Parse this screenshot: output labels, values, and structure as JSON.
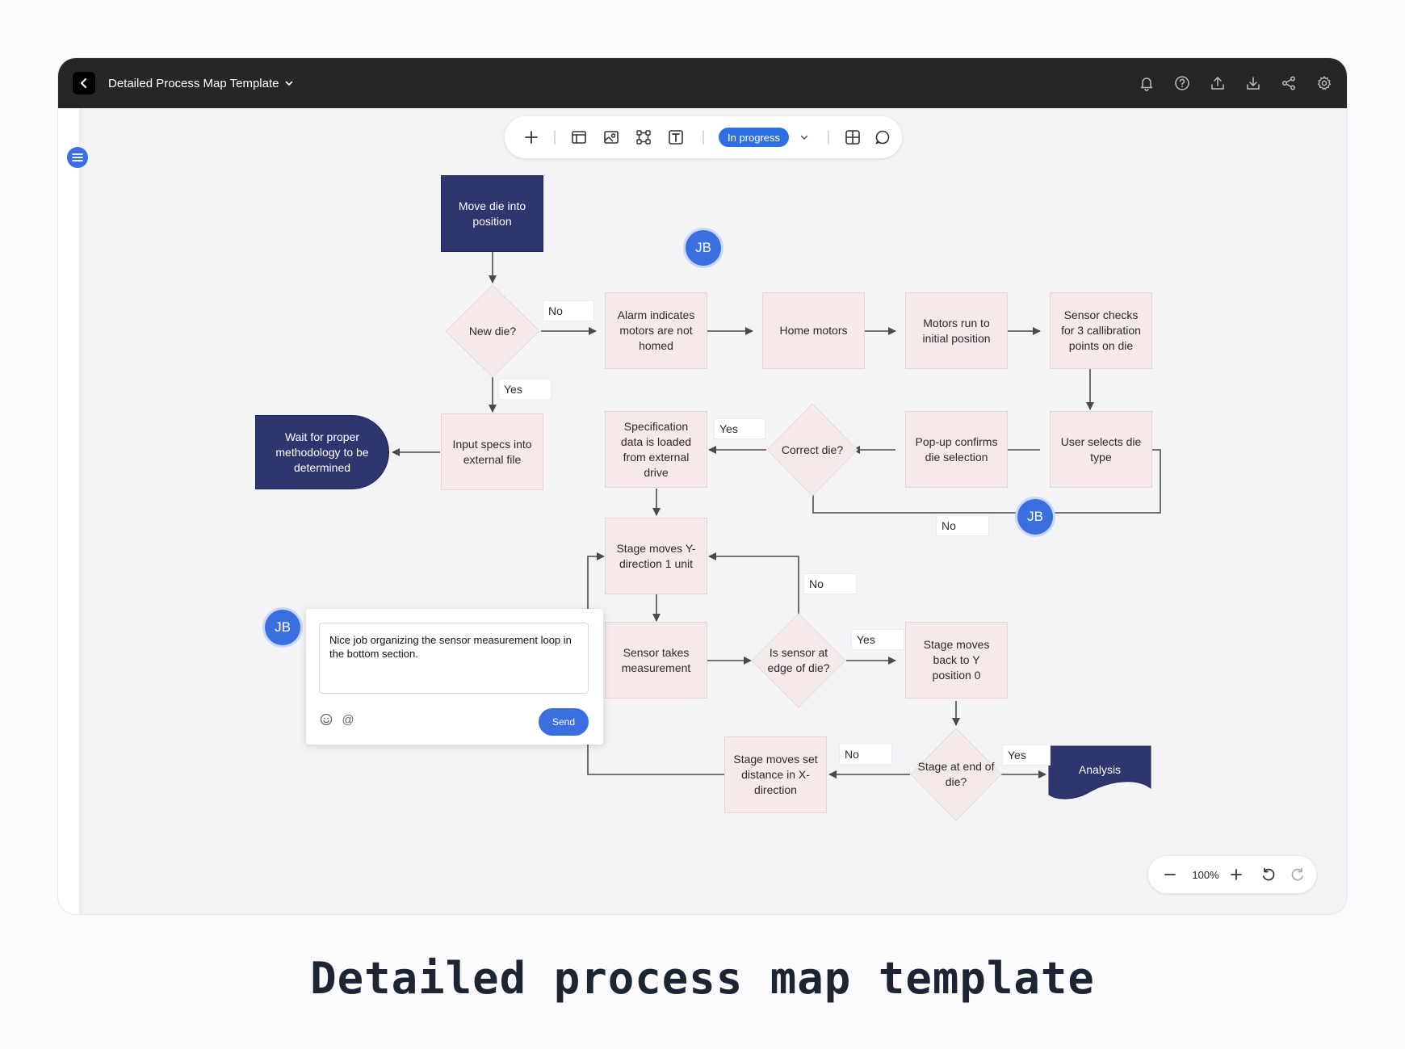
{
  "app": {
    "title": "Detailed Process Map Template"
  },
  "toolbar": {
    "status": "In progress"
  },
  "flow": {
    "nodes": {
      "move_die": "Move die into position",
      "new_die": "New die?",
      "alarm": "Alarm indicates motors are not homed",
      "home_motors": "Home motors",
      "motors_run": "Motors run to initial position",
      "sensor_checks": "Sensor checks for 3 callibration points on die",
      "user_selects": "User selects die type",
      "popup_confirms": "Pop-up confirms die selection",
      "correct_die": "Correct die?",
      "spec_data": "Specification data is loaded from external drive",
      "input_specs": "Input specs into external file",
      "wait": "Wait for proper methodology to be determined",
      "stage_y": "Stage moves Y-direction 1 unit",
      "sensor_measure": "Sensor takes measurement",
      "sensor_edge": "Is sensor at edge of die?",
      "stage_back": "Stage moves back to Y position 0",
      "stage_end": "Stage at end of die?",
      "stage_x": "Stage moves set distance in X-direction",
      "analysis": "Analysis"
    },
    "labels": {
      "new_die_no": "No",
      "new_die_yes": "Yes",
      "correct_yes": "Yes",
      "correct_no": "No",
      "edge_no": "No",
      "edge_yes": "Yes",
      "end_no": "No",
      "end_yes": "Yes"
    }
  },
  "collaborators": {
    "initials": "JB"
  },
  "comment": {
    "text": "Nice job organizing the sensor measurement loop in the bottom section.",
    "send": "Send",
    "mention": "@"
  },
  "zoom": {
    "level": "100%"
  },
  "caption": "Detailed process map template",
  "colors": {
    "topbar": "#262626",
    "accent": "#3b6fe0",
    "node_fill": "#f6e9ea",
    "terminal_fill": "#2e356f"
  }
}
